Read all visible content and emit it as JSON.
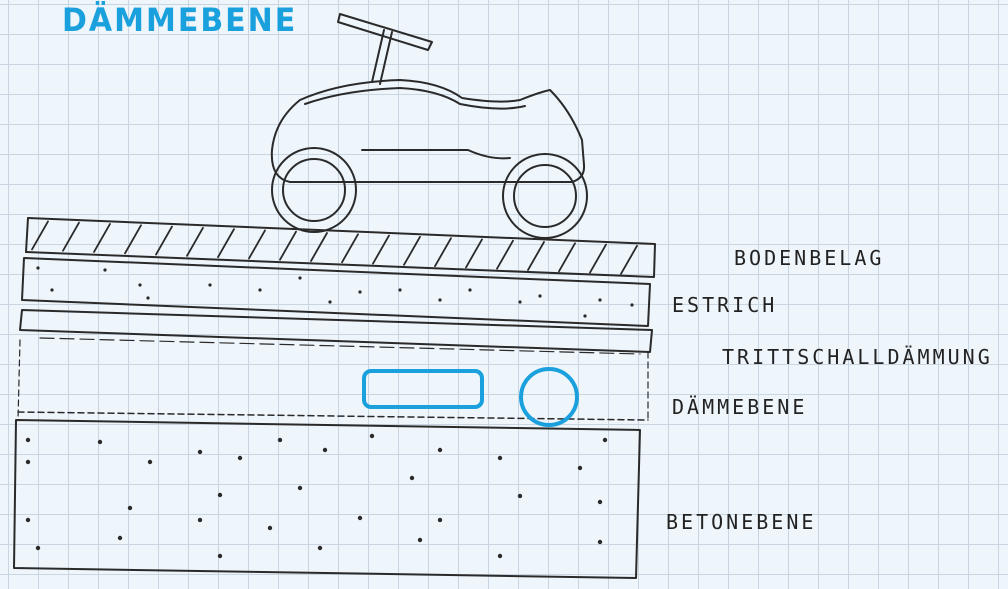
{
  "title": "DÄMMEBENE",
  "layers": [
    {
      "label": "BODENBELAG"
    },
    {
      "label": "ESTRICH"
    },
    {
      "label": "TRITTSCHALLDÄMMUNG"
    },
    {
      "label": "DÄMMEBENE"
    },
    {
      "label": "BETONEBENE"
    }
  ],
  "colors": {
    "accent": "#1aa0dc",
    "ink": "#222222",
    "grid": "#c9d6e2",
    "paper": "#eef5fb"
  }
}
